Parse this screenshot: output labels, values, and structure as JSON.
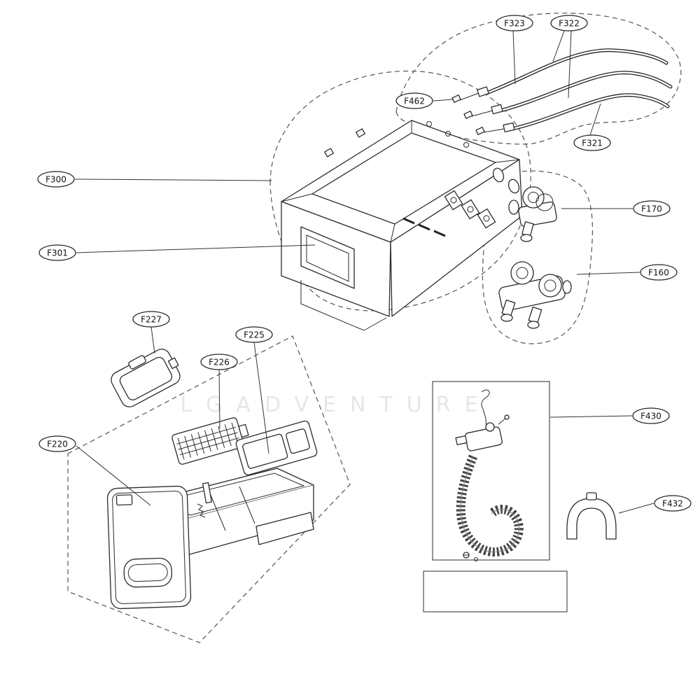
{
  "diagram": {
    "type": "exploded-parts-diagram",
    "watermark": "LGADVENTURE",
    "colors": {
      "line": "#2b2b2b",
      "dashed_outline": "#555555",
      "label_text": "#111111",
      "background": "#ffffff",
      "watermark": "#d2d2d2"
    },
    "callouts": [
      {
        "label": "F323"
      },
      {
        "label": "F322"
      },
      {
        "label": "F462"
      },
      {
        "label": "F321"
      },
      {
        "label": "F300"
      },
      {
        "label": "F170"
      },
      {
        "label": "F301"
      },
      {
        "label": "F160"
      },
      {
        "label": "F227"
      },
      {
        "label": "F225"
      },
      {
        "label": "F226"
      },
      {
        "label": "F220"
      },
      {
        "label": "F430"
      },
      {
        "label": "F432"
      }
    ]
  }
}
